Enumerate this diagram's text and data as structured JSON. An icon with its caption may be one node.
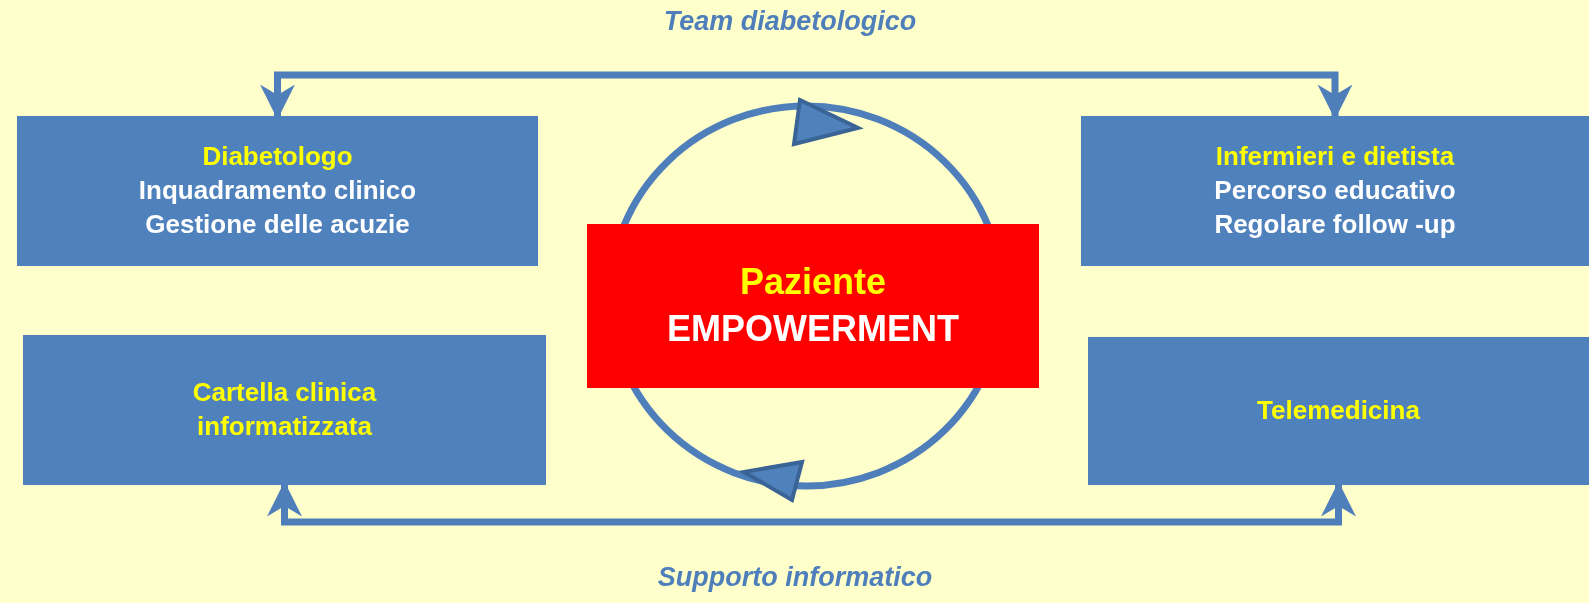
{
  "diagram": {
    "nodes": [
      {
        "text": [
          "Diabetologo",
          "Inquadramento clinico",
          "Gestione delle acuzie"
        ]
      },
      {
        "text": [
          "Infermieri e dietista",
          "Percorso educativo",
          "Regolare follow -up"
        ]
      },
      {
        "text": [
          "Paziente",
          "EMPOWERMENT"
        ]
      },
      {
        "text": [
          "Cartella clinica informatizzata"
        ]
      },
      {
        "text": [
          "Telemedicina"
        ]
      }
    ],
    "edges": [
      {
        "from": 0,
        "to": 1,
        "arrow": "both",
        "label": "Team diabetologico"
      },
      {
        "from": 3,
        "to": 4,
        "arrow": "both",
        "label": "Supporto informatico"
      }
    ]
  }
}
